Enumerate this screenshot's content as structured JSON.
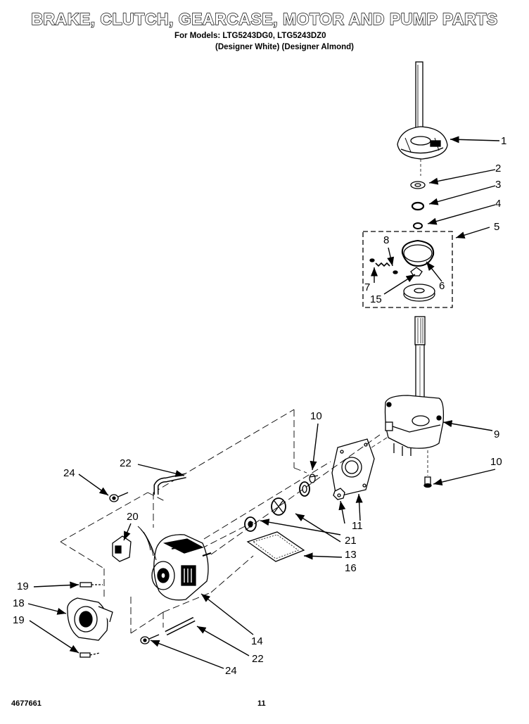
{
  "header": {
    "title": "BRAKE, CLUTCH, GEARCASE, MOTOR AND PUMP PARTS",
    "models_line": "For Models: LTG5243DG0, LTG5243DZ0",
    "colors_line": "(Designer White) (Designer Almond)"
  },
  "callouts": [
    {
      "id": "c1",
      "label": "1"
    },
    {
      "id": "c2",
      "label": "2"
    },
    {
      "id": "c3",
      "label": "3"
    },
    {
      "id": "c4",
      "label": "4"
    },
    {
      "id": "c5",
      "label": "5"
    },
    {
      "id": "c6",
      "label": "6"
    },
    {
      "id": "c7",
      "label": "7"
    },
    {
      "id": "c8",
      "label": "8"
    },
    {
      "id": "c9",
      "label": "9"
    },
    {
      "id": "c10a",
      "label": "10"
    },
    {
      "id": "c10b",
      "label": "10"
    },
    {
      "id": "c11",
      "label": "11"
    },
    {
      "id": "c13",
      "label": "13"
    },
    {
      "id": "c14",
      "label": "14"
    },
    {
      "id": "c15",
      "label": "15"
    },
    {
      "id": "c16",
      "label": "16"
    },
    {
      "id": "c18",
      "label": "18"
    },
    {
      "id": "c19a",
      "label": "19"
    },
    {
      "id": "c19b",
      "label": "19"
    },
    {
      "id": "c20",
      "label": "20"
    },
    {
      "id": "c21",
      "label": "21"
    },
    {
      "id": "c22a",
      "label": "22"
    },
    {
      "id": "c22b",
      "label": "22"
    },
    {
      "id": "c24a",
      "label": "24"
    },
    {
      "id": "c24b",
      "label": "24"
    }
  ],
  "footer": {
    "doc_number": "4677661",
    "page_number": "11"
  }
}
